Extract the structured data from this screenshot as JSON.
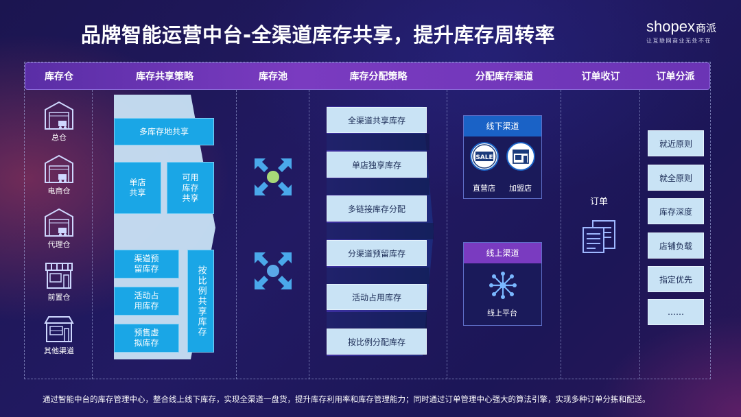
{
  "title": "品牌智能运营中台-全渠道库存共享，提升库存周转率",
  "brand": {
    "name_en": "shopex",
    "name_cn": "商派",
    "slogan": "让互联网商业无处不在"
  },
  "columns": [
    "库存仓",
    "库存共享策略",
    "库存池",
    "库存分配策略",
    "分配库存渠道",
    "订单收订",
    "订单分派"
  ],
  "warehouses": [
    "总仓",
    "电商仓",
    "代理仓",
    "前置仓",
    "其他渠道"
  ],
  "sharing": {
    "multi_pool": "多库存地共享",
    "single_store": "单店\n共享",
    "available_stock": "可用\n库存\n共享",
    "channel_reserve": "渠道预\n留库存",
    "activity_occupy": "活动占\n用库存",
    "presale_virtual": "预售虚\n拟库存",
    "by_ratio": "按比例共享库存"
  },
  "allocation": [
    "全渠道共享库存",
    "单店独享库存",
    "多链接库存分配",
    "分渠道预留库存",
    "活动占用库存",
    "按比例分配库存"
  ],
  "channels": {
    "offline": {
      "title": "线下渠道",
      "icons": [
        "sale-icon",
        "storefront-icon"
      ],
      "items": [
        "直营店",
        "加盟店"
      ]
    },
    "online": {
      "title": "线上渠道",
      "icons": [
        "network-hub-icon"
      ],
      "items": [
        "线上平台"
      ]
    },
    "sale_sign": "SALE"
  },
  "order_intake": {
    "label": "订单"
  },
  "dispatch_rules": [
    "就近原则",
    "就全原则",
    "库存深度",
    "店铺负载",
    "指定优先",
    "……"
  ],
  "footer": "通过智能中台的库存管理中心，整合线上线下库存，实现全渠道一盘货，提升库存利用率和库存管理能力；同时通过订单管理中心强大的算法引擎，实现多种订单分拣和配送。",
  "colors": {
    "header_purple": "#6b34b5",
    "share_box_blue": "#1aa6e6",
    "light_box": "#c9e3f5",
    "node_green": "#a8d878",
    "node_blue": "#5aa8e8",
    "online_header": "#7a3bc0",
    "offline_header": "#1a62c6"
  }
}
